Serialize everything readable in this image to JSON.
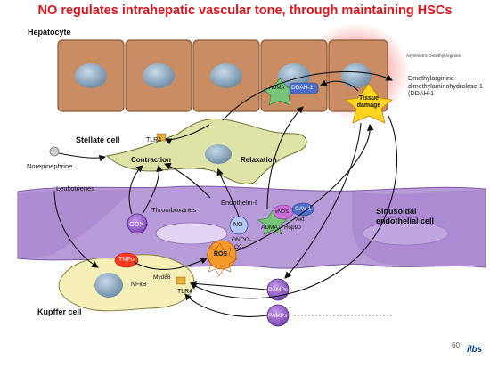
{
  "title": "NO regulates intrahepatic vascular tone, through maintaining HSCs",
  "labels": {
    "hepatocyte": "Hepatocyte",
    "stellate_cell": "Stellate cell",
    "sinusoidal_endothelial_cell": "Sinusoidal endothelial cell",
    "kupffer_cell": "Kupffer cell",
    "contraction": "Contraction",
    "relaxation": "Relaxation",
    "norepinephrine": "Norepinephrine",
    "leukotrienes": "Leukotrienes",
    "thromboxanes": "Thromboxanes",
    "endothelin": "Endothelin-I",
    "tlr4_top": "TLR4",
    "tlr4_bottom": "TLR4",
    "cox": "COX",
    "no": "NO",
    "enos": "eNOS",
    "cav1": "CAV-1",
    "akt": "Akt",
    "hsp90": "Hsp90",
    "adma_lower": "ADMA",
    "onoo": "ONOO-",
    "o2": "O2-",
    "ros": "ROS",
    "tnfa": "TNFα",
    "nfkb": "NFκB",
    "myd88": "Myd88",
    "damps": "DAMPs",
    "pamps": "PAMPs",
    "adma_upper": "ADMA",
    "ddah1": "DDAH-1",
    "tissue_damage": "Tissue damage"
  },
  "notes": {
    "asym": "Asymmetric Dimethyl Arginine",
    "ddah_line1": "Dmethylarginine",
    "ddah_line2": "dimethylaminohydrolase-1",
    "ddah_line3": "(DDAH-1"
  },
  "page_number": "60",
  "logo_text": "ilbs",
  "colors": {
    "title": "#e0121b",
    "hepatocyte_fill": "#c98c63",
    "stellate_fill": "#dfe3a8",
    "endothelial_fill": "#b79ad8",
    "kupffer_fill": "#f6f0b8",
    "purple_marker": "#8f57c7",
    "ros_fill": "#f39a2b",
    "tissue_damage_fill": "#ffd41f"
  }
}
